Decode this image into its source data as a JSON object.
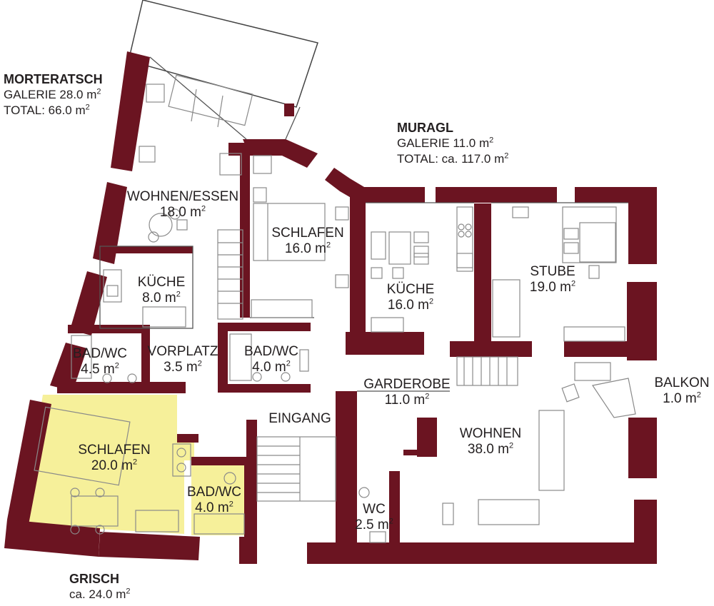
{
  "colors": {
    "wall": "#6b1421",
    "highlight": "#f6f09a",
    "text": "#231f20"
  },
  "units": [
    {
      "id": "morteratsch",
      "name": "MORTERATSCH",
      "galerie": "GALERIE 28.0 m",
      "total": "TOTAL: 66.0 m"
    },
    {
      "id": "muragl",
      "name": "MURAGL",
      "galerie": "GALERIE 11.0 m",
      "total": "TOTAL: ca. 117.0 m"
    },
    {
      "id": "grisch",
      "name": "GRISCH",
      "total": "ca. 24.0 m"
    }
  ],
  "rooms": {
    "wohnen_essen": {
      "name": "WOHNEN/ESSEN",
      "area": "18.0 m"
    },
    "schlafen_mitte": {
      "name": "SCHLAFEN",
      "area": "16.0 m"
    },
    "kueche_links": {
      "name": "KÜCHE",
      "area": "8.0 m"
    },
    "kueche_mitte": {
      "name": "KÜCHE",
      "area": "16.0 m"
    },
    "stube": {
      "name": "STUBE",
      "area": "19.0 m"
    },
    "bad_wc_links": {
      "name": "BAD/WC",
      "area": "4.5 m"
    },
    "vorplatz": {
      "name": "VORPLATZ",
      "area": "3.5 m"
    },
    "bad_wc_mitte": {
      "name": "BAD/WC",
      "area": "4.0 m"
    },
    "garderobe": {
      "name": "GARDEROBE",
      "area": "11.0 m"
    },
    "balkon": {
      "name": "BALKON",
      "area": "1.0 m"
    },
    "eingang": {
      "name": "EINGANG"
    },
    "schlafen_unten": {
      "name": "SCHLAFEN",
      "area": "20.0 m"
    },
    "wohnen": {
      "name": "WOHNEN",
      "area": "38.0 m"
    },
    "bad_wc_unten": {
      "name": "BAD/WC",
      "area": "4.0 m"
    },
    "wc": {
      "name": "WC",
      "area": "2.5 m"
    }
  },
  "superscript": "2"
}
